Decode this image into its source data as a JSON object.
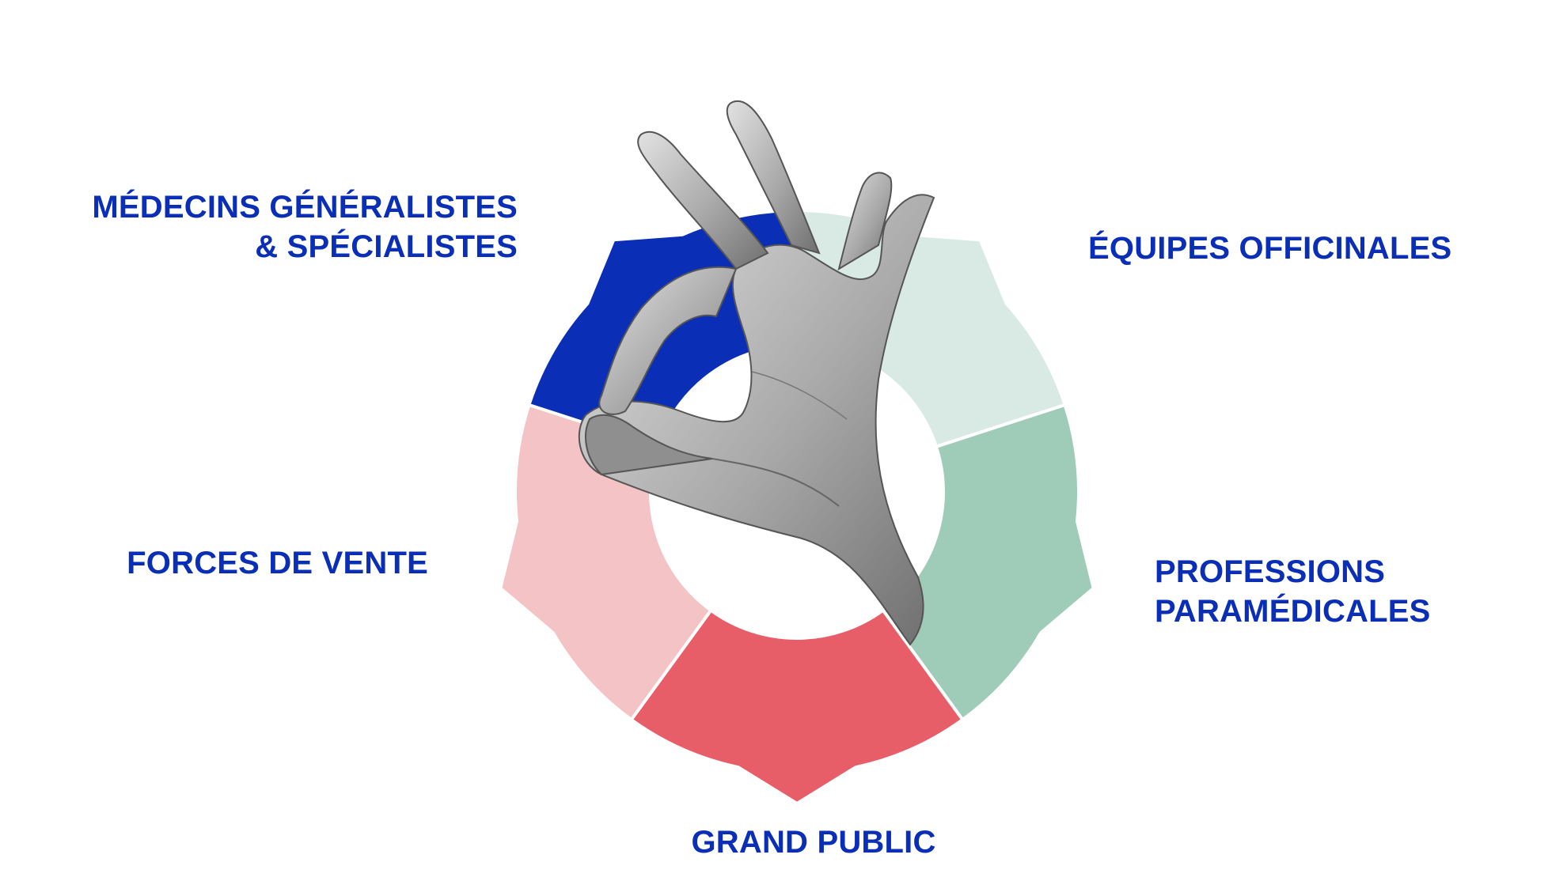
{
  "segments": [
    {
      "key": "medecins",
      "label_lines": [
        "MÉDECINS GÉNÉRALISTES",
        "& SPÉCIALISTES"
      ],
      "color": "#0a2fb6"
    },
    {
      "key": "equipes",
      "label_lines": [
        "ÉQUIPES OFFICINALES"
      ],
      "color": "#d9e9e4"
    },
    {
      "key": "professions",
      "label_lines": [
        "PROFESSIONS",
        "PARAMÉDICALES"
      ],
      "color": "#9fcbb9"
    },
    {
      "key": "grand_public",
      "label_lines": [
        "GRAND PUBLIC"
      ],
      "color": "#e85e68"
    },
    {
      "key": "forces",
      "label_lines": [
        "FORCES DE VENTE"
      ],
      "color": "#f4c3c5"
    }
  ],
  "label_color": "#0a2fb6",
  "center_image": "ok-hand-gesture"
}
